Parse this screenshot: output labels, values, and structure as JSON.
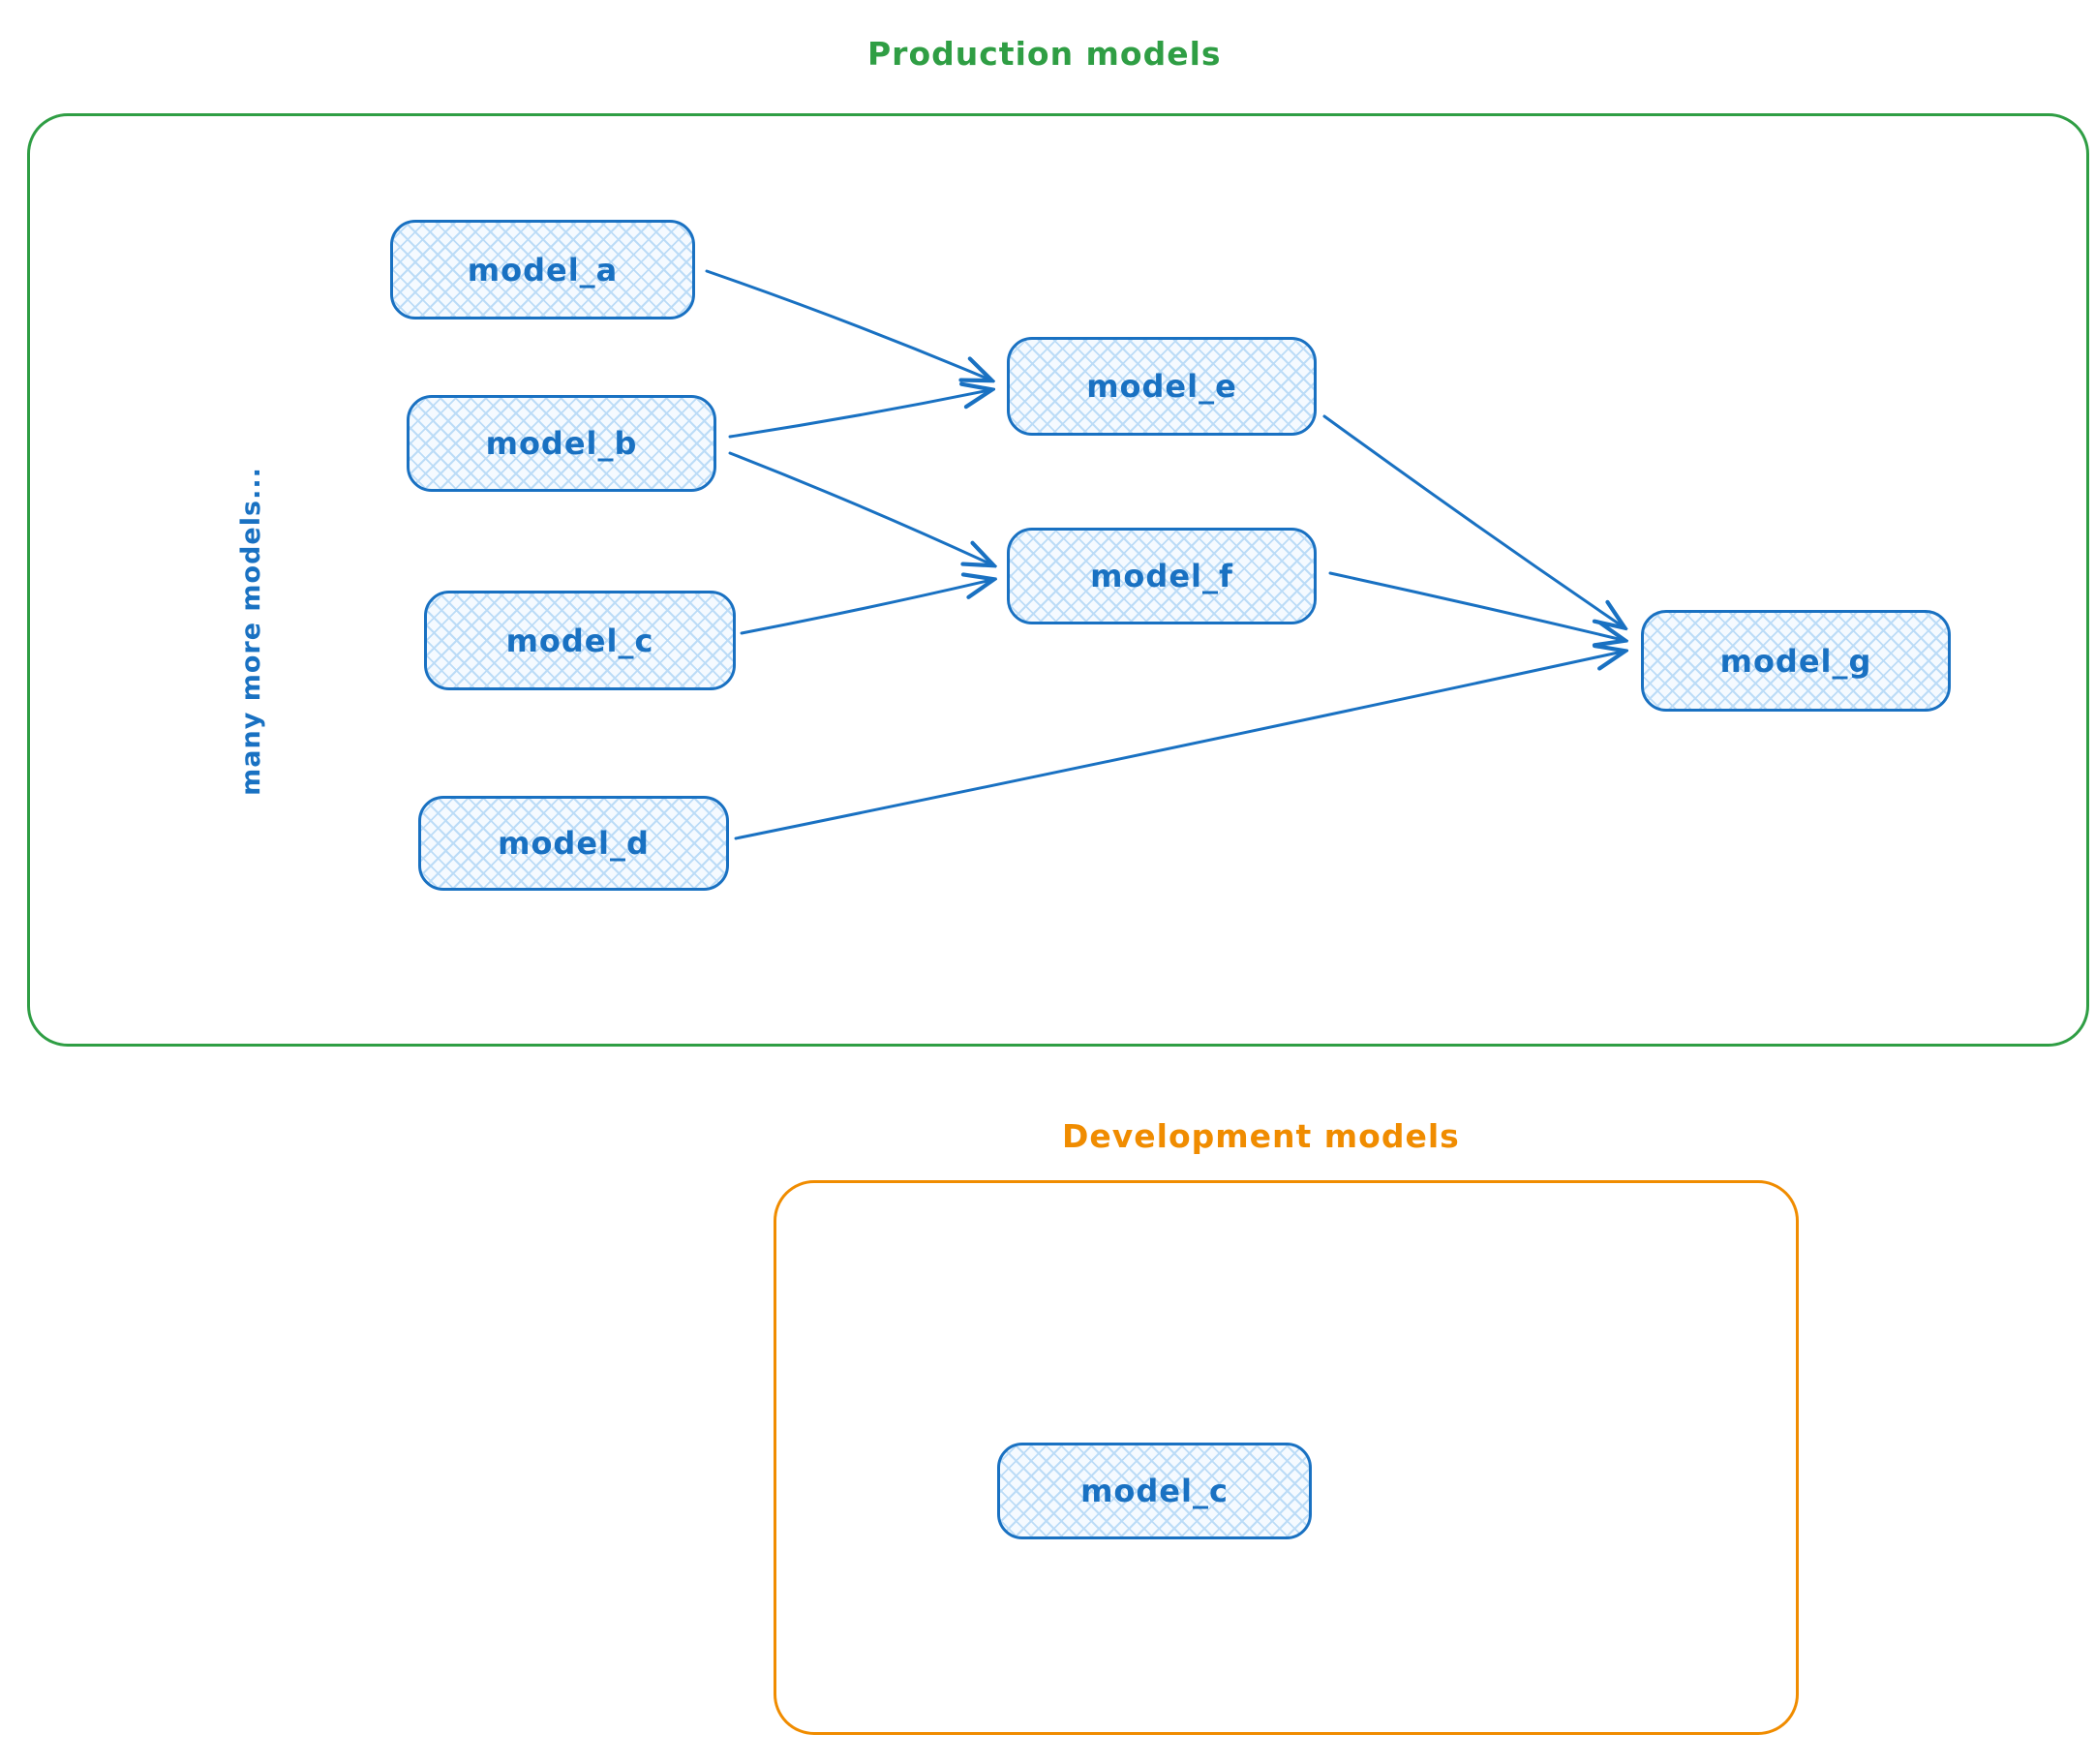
{
  "production": {
    "title": "Production models",
    "accent_color": "#2f9e44",
    "side_note": "many more models...",
    "nodes": [
      {
        "id": "model_a",
        "label": "model_a"
      },
      {
        "id": "model_b",
        "label": "model_b"
      },
      {
        "id": "model_c",
        "label": "model_c"
      },
      {
        "id": "model_d",
        "label": "model_d"
      },
      {
        "id": "model_e",
        "label": "model_e"
      },
      {
        "id": "model_f",
        "label": "model_f"
      },
      {
        "id": "model_g",
        "label": "model_g"
      }
    ],
    "edges": [
      {
        "from": "model_a",
        "to": "model_e"
      },
      {
        "from": "model_b",
        "to": "model_e"
      },
      {
        "from": "model_b",
        "to": "model_f"
      },
      {
        "from": "model_c",
        "to": "model_f"
      },
      {
        "from": "model_e",
        "to": "model_g"
      },
      {
        "from": "model_f",
        "to": "model_g"
      },
      {
        "from": "model_d",
        "to": "model_g"
      }
    ]
  },
  "development": {
    "title": "Development models",
    "accent_color": "#f08c00",
    "nodes": [
      {
        "id": "model_c",
        "label": "model_c"
      }
    ]
  },
  "style_colors": {
    "node_stroke": "#1971c2",
    "node_fill": "#a5d8ff"
  }
}
